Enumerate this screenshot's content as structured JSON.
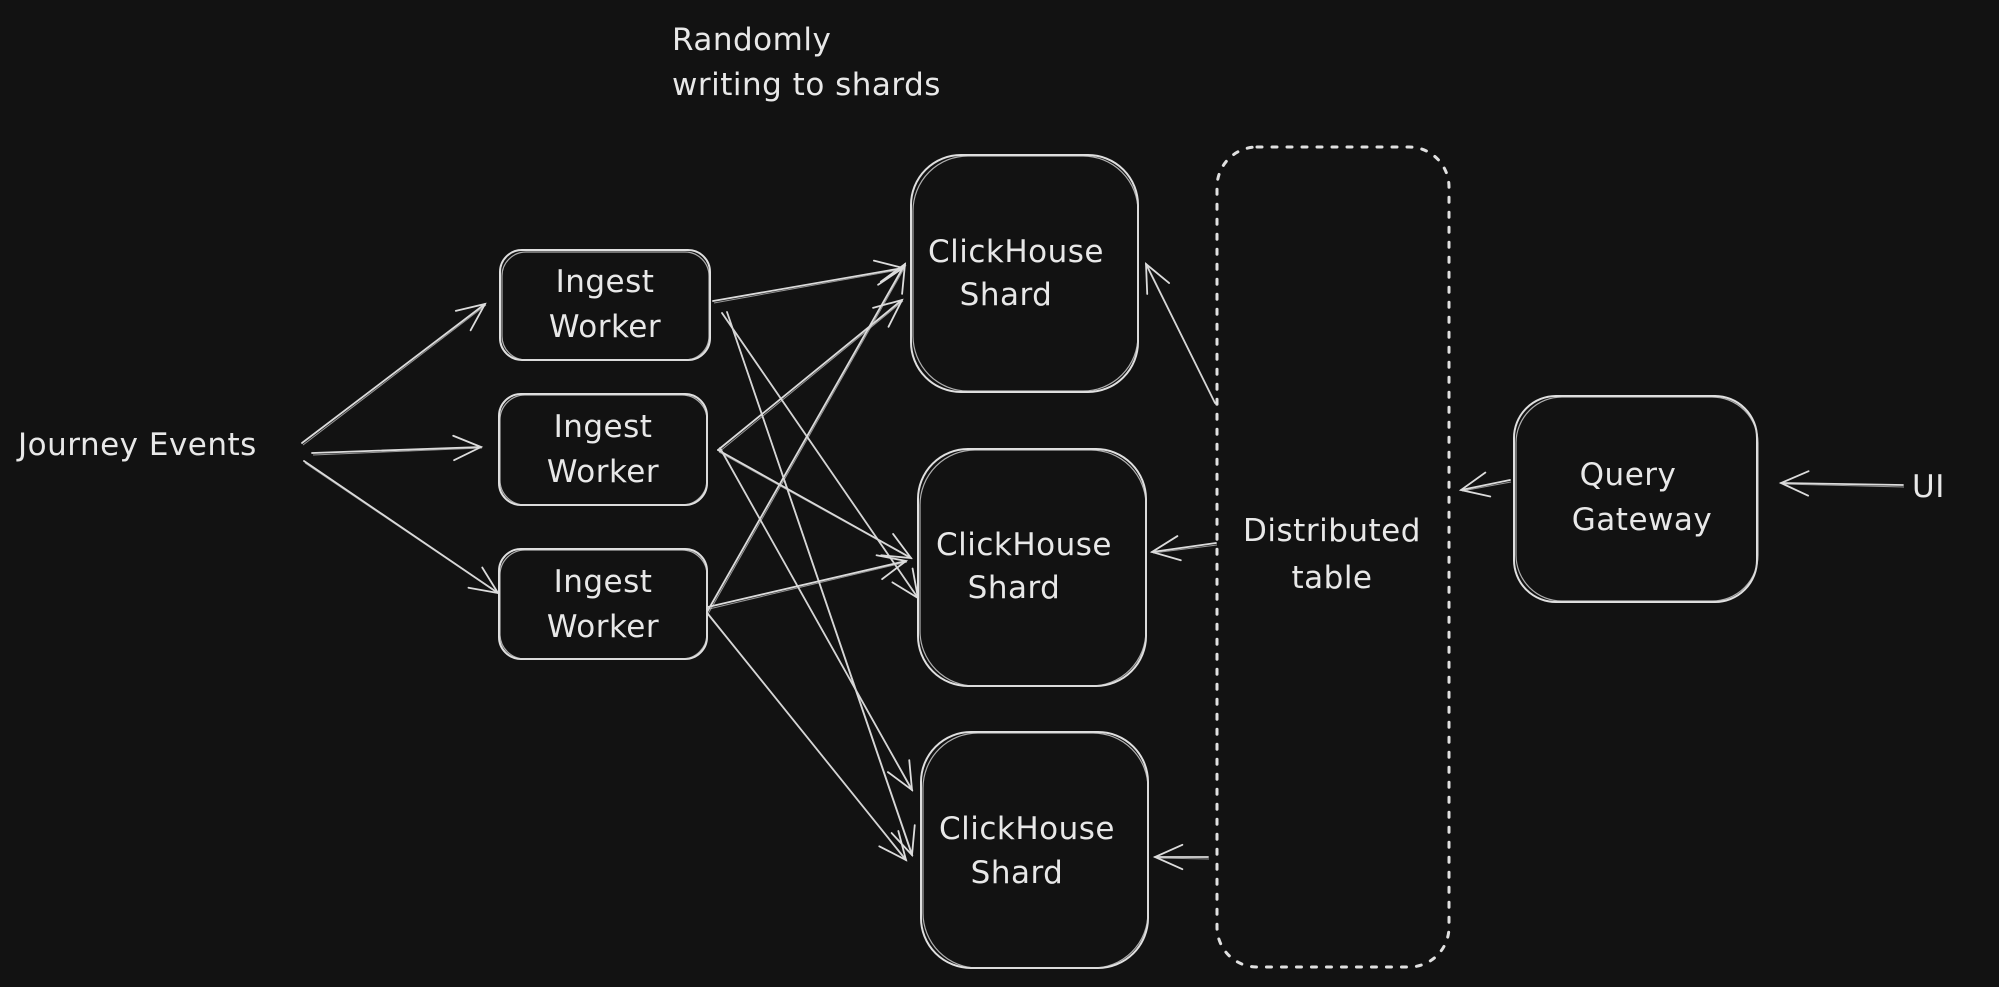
{
  "diagram": {
    "type": "architecture",
    "theme": {
      "background": "#121212",
      "stroke": "#e0e0e0",
      "text": "#e8e8e8"
    },
    "annotation": {
      "lines": [
        "Randomly",
        "writing to shards"
      ]
    },
    "nodes": [
      {
        "id": "journey-events",
        "kind": "text",
        "lines": [
          "Journey Events"
        ]
      },
      {
        "id": "ingest-worker-1",
        "kind": "box",
        "lines": [
          "Ingest",
          "Worker"
        ]
      },
      {
        "id": "ingest-worker-2",
        "kind": "box",
        "lines": [
          "Ingest",
          "Worker"
        ]
      },
      {
        "id": "ingest-worker-3",
        "kind": "box",
        "lines": [
          "Ingest",
          "Worker"
        ]
      },
      {
        "id": "clickhouse-shard-1",
        "kind": "box",
        "lines": [
          "ClickHouse",
          "Shard"
        ]
      },
      {
        "id": "clickhouse-shard-2",
        "kind": "box",
        "lines": [
          "ClickHouse",
          "Shard"
        ]
      },
      {
        "id": "clickhouse-shard-3",
        "kind": "box",
        "lines": [
          "ClickHouse",
          "Shard"
        ]
      },
      {
        "id": "distributed-table",
        "kind": "dashed-box",
        "lines": [
          "Distributed",
          "table"
        ]
      },
      {
        "id": "query-gateway",
        "kind": "box",
        "lines": [
          "Query",
          "Gateway"
        ]
      },
      {
        "id": "ui",
        "kind": "text",
        "lines": [
          "UI"
        ]
      }
    ],
    "edges": [
      {
        "from": "journey-events",
        "to": "ingest-worker-1"
      },
      {
        "from": "journey-events",
        "to": "ingest-worker-2"
      },
      {
        "from": "journey-events",
        "to": "ingest-worker-3"
      },
      {
        "from": "ingest-worker-1",
        "to": "clickhouse-shard-1"
      },
      {
        "from": "ingest-worker-1",
        "to": "clickhouse-shard-2"
      },
      {
        "from": "ingest-worker-1",
        "to": "clickhouse-shard-3"
      },
      {
        "from": "ingest-worker-2",
        "to": "clickhouse-shard-1"
      },
      {
        "from": "ingest-worker-2",
        "to": "clickhouse-shard-2"
      },
      {
        "from": "ingest-worker-2",
        "to": "clickhouse-shard-3"
      },
      {
        "from": "ingest-worker-3",
        "to": "clickhouse-shard-1"
      },
      {
        "from": "ingest-worker-3",
        "to": "clickhouse-shard-2"
      },
      {
        "from": "ingest-worker-3",
        "to": "clickhouse-shard-3"
      },
      {
        "from": "distributed-table",
        "to": "clickhouse-shard-1"
      },
      {
        "from": "distributed-table",
        "to": "clickhouse-shard-2"
      },
      {
        "from": "distributed-table",
        "to": "clickhouse-shard-3"
      },
      {
        "from": "query-gateway",
        "to": "distributed-table"
      },
      {
        "from": "ui",
        "to": "query-gateway"
      }
    ]
  }
}
